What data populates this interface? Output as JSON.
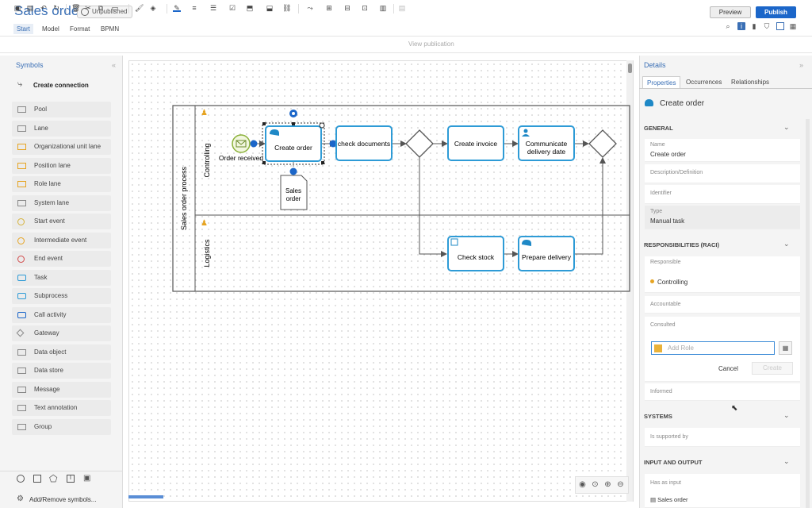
{
  "header": {
    "title": "Sales order",
    "status_badge": "Unpublished",
    "preview_label": "Preview",
    "publish_label": "Publish",
    "menu": [
      "Start",
      "Model",
      "Format",
      "BPMN"
    ],
    "active_menu": "Start",
    "accent": "#3a6fb5",
    "publish_color": "#1b66c9",
    "right_icons": [
      "search-icon",
      "info-icon",
      "chart-icon",
      "shield-icon",
      "image-icon",
      "grid-icon"
    ]
  },
  "toolbar": {
    "view_publication": "View publication"
  },
  "symbols": {
    "title": "Symbols",
    "create_connection": "Create connection",
    "items": [
      {
        "label": "Pool",
        "icon": "pool-icon"
      },
      {
        "label": "Lane",
        "icon": "lane-icon"
      },
      {
        "label": "Organizational unit lane",
        "icon": "org-unit-lane-icon"
      },
      {
        "label": "Position lane",
        "icon": "position-lane-icon"
      },
      {
        "label": "Role lane",
        "icon": "role-lane-icon"
      },
      {
        "label": "System lane",
        "icon": "system-lane-icon"
      },
      {
        "label": "Start event",
        "icon": "start-event-icon"
      },
      {
        "label": "Intermediate event",
        "icon": "intermediate-event-icon"
      },
      {
        "label": "End event",
        "icon": "end-event-icon"
      },
      {
        "label": "Task",
        "icon": "task-icon"
      },
      {
        "label": "Subprocess",
        "icon": "subprocess-icon"
      },
      {
        "label": "Call activity",
        "icon": "call-activity-icon"
      },
      {
        "label": "Gateway",
        "icon": "gateway-icon"
      },
      {
        "label": "Data object",
        "icon": "data-object-icon"
      },
      {
        "label": "Data store",
        "icon": "data-store-icon"
      },
      {
        "label": "Message",
        "icon": "message-icon"
      },
      {
        "label": "Text annotation",
        "icon": "text-annotation-icon"
      },
      {
        "label": "Group",
        "icon": "group-icon"
      }
    ],
    "add_remove": "Add/Remove symbols..."
  },
  "diagram": {
    "pool_label": "Sales order process",
    "lanes": [
      "Controlling",
      "Logistics"
    ],
    "start_event": "Order received",
    "tasks": [
      "Create order",
      "check documents",
      "Create invoice",
      "Communicate delivery date",
      "Check stock",
      "Prepare delivery"
    ],
    "data_object": "Sales order"
  },
  "details": {
    "title": "Details",
    "tabs": [
      "Properties",
      "Occurrences",
      "Relationships"
    ],
    "active_tab": "Properties",
    "object_name": "Create order",
    "general": {
      "heading": "GENERAL",
      "name_label": "Name",
      "name_value": "Create order",
      "desc_label": "Description/Definition",
      "identifier_label": "Identifier",
      "type_label": "Type",
      "type_value": "Manual task"
    },
    "raci": {
      "heading": "RESPONSIBILITIES (RACI)",
      "responsible_label": "Responsible",
      "responsible_value": "Controlling",
      "accountable_label": "Accountable",
      "consulted_label": "Consulted",
      "add_role_placeholder": "Add Role",
      "cancel_label": "Cancel",
      "create_label": "Create",
      "informed_label": "Informed"
    },
    "systems": {
      "heading": "SYSTEMS",
      "supported_label": "Is supported by"
    },
    "io": {
      "heading": "INPUT AND OUTPUT",
      "input_label": "Has as input",
      "input_value": "Sales order"
    }
  }
}
